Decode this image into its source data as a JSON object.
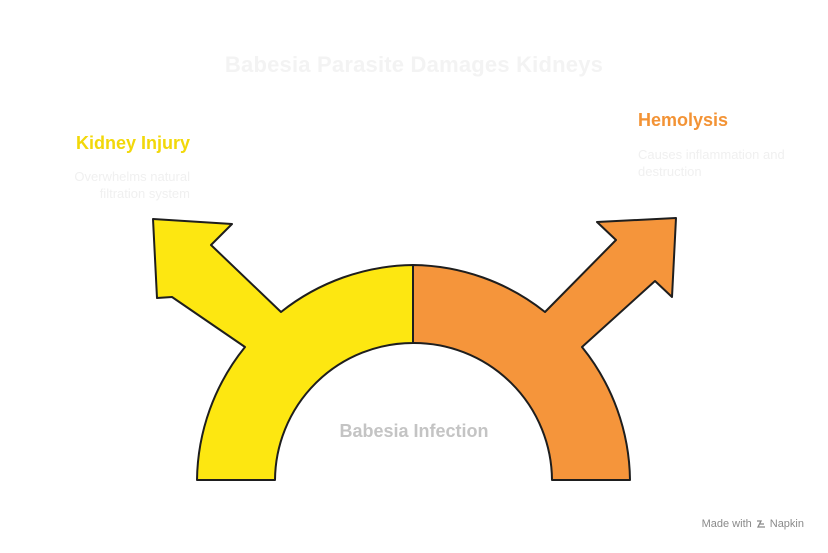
{
  "title": "Babesia Parasite Damages Kidneys",
  "center": {
    "label": "Babesia Infection"
  },
  "branches": [
    {
      "title": "Kidney Injury",
      "description": "Overwhelms natural filtration system",
      "color": "#fde711"
    },
    {
      "title": "Hemolysis",
      "description": "Causes inflammation and destruction",
      "color": "#f5953b"
    }
  ],
  "footer": {
    "made_with": "Made with",
    "brand": "Napkin",
    "brand_icon": "napkin-logo-icon"
  },
  "colors": {
    "left_fill": "#fde711",
    "left_title": "#f2d80a",
    "right_fill": "#f5953b",
    "right_title": "#f39335",
    "outline": "#1e1e1e"
  }
}
